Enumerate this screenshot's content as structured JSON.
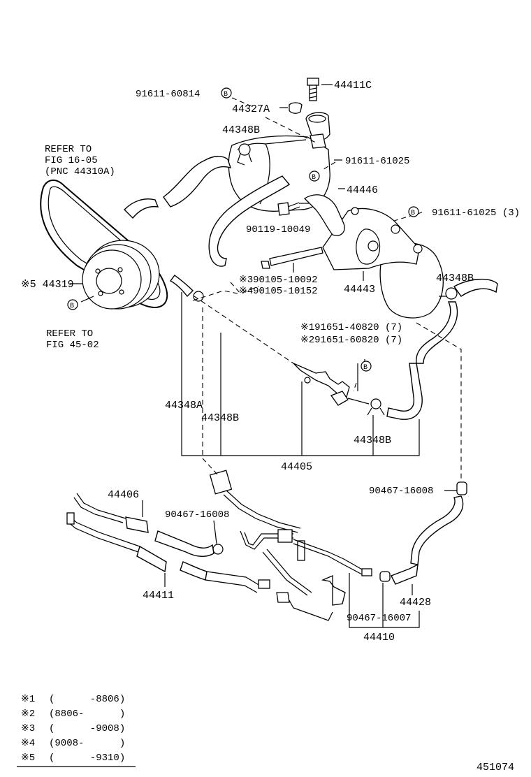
{
  "callouts": {
    "bolt_91611_60814": "91611-60814",
    "bolt_44411C": "44411C",
    "clip_44327A": "44327A",
    "clamp_44348B_top": "44348B",
    "bolt_91611_61025": "91611-61025",
    "bracket_44446": "44446",
    "bolt_91611_61025_3": "91611-61025 (3)",
    "bolt_90119_10049": "90119-10049",
    "bolt_390105": "※390105-10092",
    "bolt_490105": "※490105-10152",
    "bracket_44443": "44443",
    "clamp_44348B_right": "44348B",
    "bolt_191651": "※191651-40820 (7)",
    "bolt_291651": "※291651-60820 (7)",
    "hose_44348A": "44348A",
    "hose_44348B_left": "44348B",
    "hose_44348B_lower": "44348B",
    "assy_44405": "44405",
    "clamp_90467_16008_right": "90467-16008",
    "tube_44406": "44406",
    "clamp_90467_16008_left": "90467-16008",
    "hose_44411": "44411",
    "hose_44428": "44428",
    "clamp_90467_16007": "90467-16007",
    "tube_44410": "44410",
    "pulley_44319": "※5 44319",
    "b_marker": "B"
  },
  "refer_belt": {
    "line1": "REFER TO",
    "line2": "FIG 16-05",
    "line3": "(PNC 44310A)"
  },
  "refer_pulley": {
    "line1": "REFER TO",
    "line2": "FIG 45-02"
  },
  "legend": [
    {
      "mark": "※1",
      "range": "(      -8806)"
    },
    {
      "mark": "※2",
      "range": "(8806-      )"
    },
    {
      "mark": "※3",
      "range": "(      -9008)"
    },
    {
      "mark": "※4",
      "range": "(9008-      )"
    },
    {
      "mark": "※5",
      "range": "(      -9310)"
    }
  ],
  "figure_number": "451074"
}
